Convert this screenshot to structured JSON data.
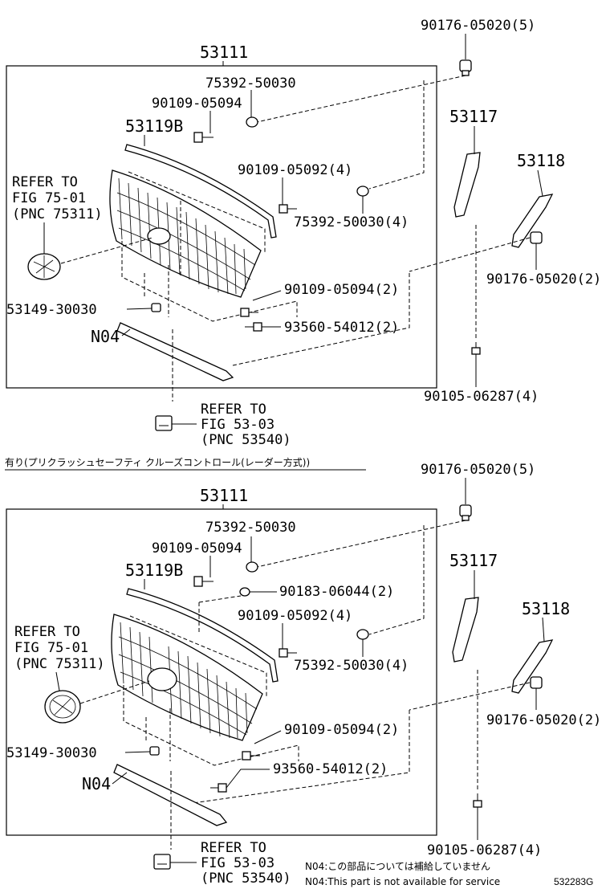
{
  "top": {
    "frame_title": "53111",
    "labels": {
      "clip_top": "90176-05020(5)",
      "clip_nut": "75392-50030",
      "screw_a": "90109-05094",
      "molding": "53119B",
      "refer_emblem": [
        "REFER TO",
        "FIG 75-01",
        "(PNC 75311)"
      ],
      "screw_b": "90109-05092(4)",
      "nut_b": "75392-50030(4)",
      "screw_c": "90109-05094(2)",
      "clip_c": "53149-30030",
      "screw_d": "93560-54012(2)",
      "bracket": "N04",
      "stay_left": "53117",
      "stay_right": "53118",
      "clip_right": "90176-05020(2)",
      "bolt": "90105-06287(4)",
      "refer_bottom": [
        "REFER TO",
        "FIG 53-03",
        "(PNC 53540)"
      ]
    }
  },
  "section_caption": "有り(プリクラッシュセーフティ クルーズコントロール(レーダー方式))",
  "bottom": {
    "frame_title": "53111",
    "labels": {
      "clip_top": "90176-05020(5)",
      "clip_nut": "75392-50030",
      "screw_a": "90109-05094",
      "molding": "53119B",
      "washer": "90183-06044(2)",
      "refer_emblem": [
        "REFER TO",
        "FIG 75-01",
        "(PNC 75311)"
      ],
      "screw_b": "90109-05092(4)",
      "nut_b": "75392-50030(4)",
      "screw_c": "90109-05094(2)",
      "clip_c": "53149-30030",
      "screw_d": "93560-54012(2)",
      "bracket": "N04",
      "stay_left": "53117",
      "stay_right": "53118",
      "clip_right": "90176-05020(2)",
      "bolt": "90105-06287(4)",
      "refer_bottom": [
        "REFER TO",
        "FIG 53-03",
        "(PNC 53540)"
      ]
    }
  },
  "notes": [
    "N04:この部品については補給していません",
    "N04:This part is not available for service"
  ],
  "figure_code": "532283G"
}
